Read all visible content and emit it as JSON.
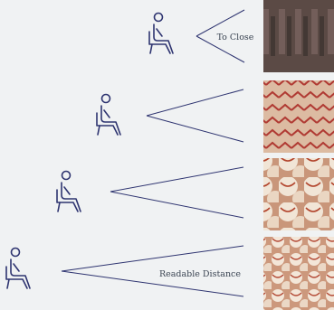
{
  "colors": {
    "background": "#f0f2f3",
    "line": "#2e3470",
    "text": "#3a4452"
  },
  "rows": [
    {
      "label": "To Close",
      "image": "blurred-baseball-texture-photo",
      "tones": [
        "#5b4a45",
        "#7a6460",
        "#3f3431"
      ]
    },
    {
      "label": "",
      "image": "baseball-stitching-closeup-photo",
      "tones": [
        "#d8b49a",
        "#c98f72",
        "#b0423a"
      ]
    },
    {
      "label": "",
      "image": "baseballs-pile-photo",
      "tones": [
        "#efe1cf",
        "#d9b08f",
        "#a8452d"
      ]
    },
    {
      "label": "Readable Distance",
      "image": "many-baseballs-pile-photo",
      "tones": [
        "#f1e2d2",
        "#d7a98a",
        "#a84630"
      ]
    }
  ]
}
